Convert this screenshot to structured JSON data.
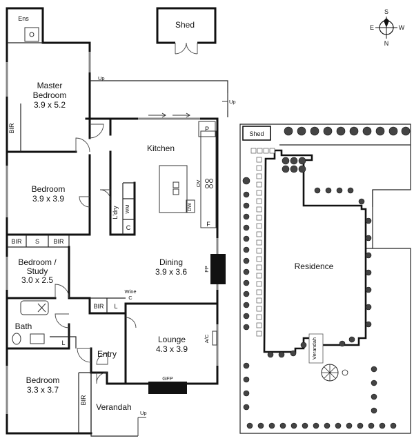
{
  "compass": {
    "n": "N",
    "s": "S",
    "e": "E",
    "w": "W"
  },
  "rooms": {
    "ens": "Ens",
    "shed": "Shed",
    "master_name_1": "Master",
    "master_name_2": "Bedroom",
    "master_dim": "3.9 x 5.2",
    "bir_master": "BIR",
    "kitchen": "Kitchen",
    "p": "P",
    "ov": "OV",
    "dw": "DW",
    "f": "F",
    "bedroom2_name": "Bedroom",
    "bedroom2_dim": "3.9 x 3.9",
    "ldry": "L'dry",
    "wm": "WM",
    "c": "C",
    "bir_1": "BIR",
    "s": "S",
    "bir_2": "BIR",
    "study_name_1": "Bedroom /",
    "study_name_2": "Study",
    "study_dim": "3.0 x 2.5",
    "dining_name": "Dining",
    "dining_dim": "3.9 x 3.6",
    "fp": "FP",
    "wine": "Wine",
    "wine_c": "C",
    "bir_3": "BIR",
    "l_1": "L",
    "bath": "Bath",
    "l_2": "L",
    "lounge_name": "Lounge",
    "lounge_dim": "4.3 x 3.9",
    "ac": "A/C",
    "entry": "Entry",
    "bedroom4_name": "Bedroom",
    "bedroom4_dim": "3.3 x 3.7",
    "bir_4": "BIR",
    "gfp": "GFP",
    "verandah": "Verandah",
    "up_1": "Up",
    "up_2": "Up",
    "up_3": "Up"
  },
  "site": {
    "shed": "Shed",
    "residence": "Residence",
    "verandah": "Verandah"
  }
}
